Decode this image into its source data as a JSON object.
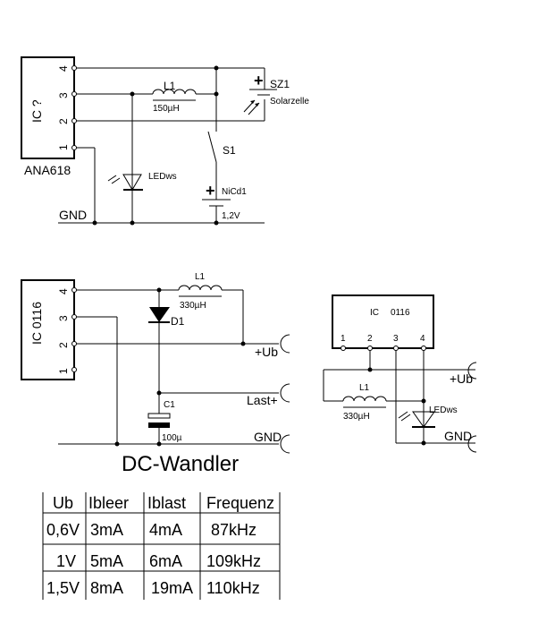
{
  "circuit1": {
    "ic_label": "IC ?",
    "ic_part": "ANA618",
    "pins": [
      "1",
      "2",
      "3",
      "4"
    ],
    "inductor": {
      "name": "L1",
      "value": "150µH"
    },
    "solar": {
      "name": "SZ1",
      "desc": "Solarzelle",
      "polarity": "+"
    },
    "switch": {
      "name": "S1"
    },
    "battery": {
      "name": "NiCd1",
      "value": "1,2V",
      "polarity": "+"
    },
    "led": {
      "name": "LEDws"
    },
    "gnd_label": "GND"
  },
  "circuit2": {
    "ic_label": "IC  0116",
    "pins": [
      "1",
      "2",
      "3",
      "4"
    ],
    "inductor": {
      "name": "L1",
      "value": "330µH"
    },
    "diode": {
      "name": "D1"
    },
    "capacitor": {
      "name": "C1",
      "value": "100µ"
    },
    "terminals": {
      "ub": "+Ub",
      "last": "Last+",
      "gnd": "GND"
    },
    "title": "DC-Wandler"
  },
  "circuit3": {
    "ic_label": "IC",
    "ic_part": "0116",
    "pins": [
      "1",
      "2",
      "3",
      "4"
    ],
    "inductor": {
      "name": "L1",
      "value": "330µH"
    },
    "led": {
      "name": "LEDws"
    },
    "terminals": {
      "ub": "+Ub",
      "gnd": "GND"
    }
  },
  "table": {
    "headers": [
      "Ub",
      "Ibleer",
      "Iblast",
      "Frequenz"
    ],
    "rows": [
      [
        "0,6V",
        "3mA",
        "4mA",
        "87kHz"
      ],
      [
        "1V",
        "5mA",
        "6mA",
        "109kHz"
      ],
      [
        "1,5V",
        "8mA",
        "19mA",
        "110kHz"
      ]
    ]
  }
}
